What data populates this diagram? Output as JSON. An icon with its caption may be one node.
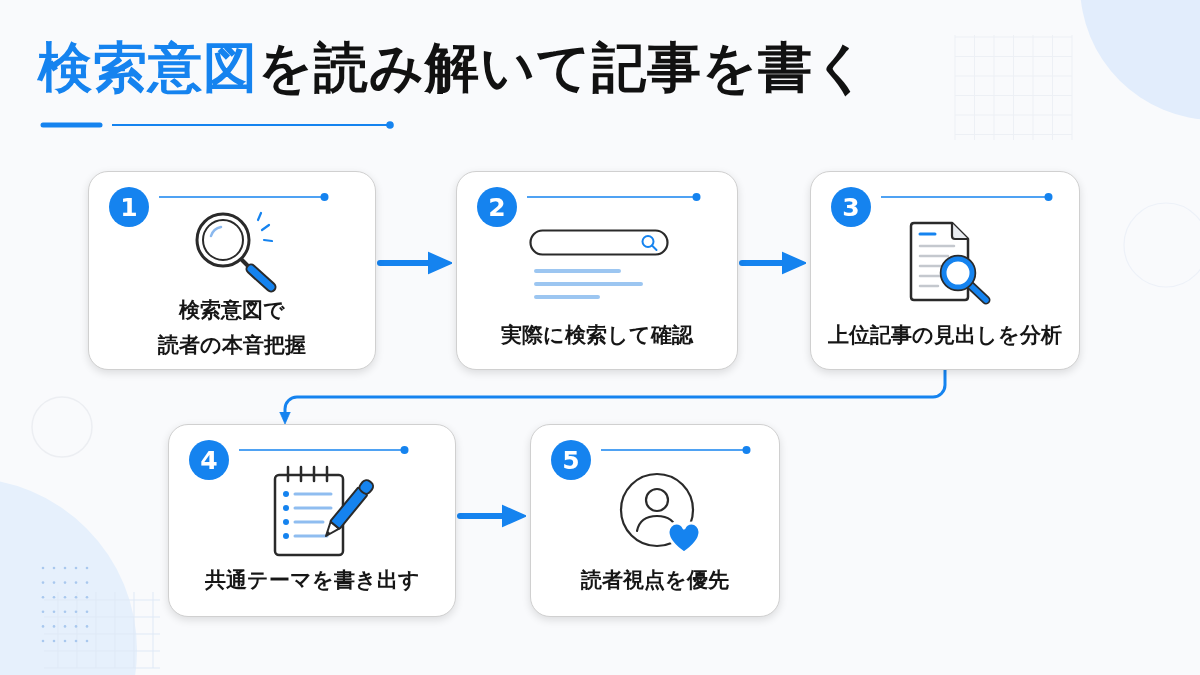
{
  "diagram": {
    "title": "**検索意図**を読み解いて記事を書く",
    "nodes": [
      {
        "text": [
          "1",
          "検索意図で読者の本音把握"
        ]
      },
      {
        "text": [
          "2",
          "実際に検索して確認"
        ]
      },
      {
        "text": [
          "3",
          "上位記事の見出しを分析"
        ]
      },
      {
        "text": [
          "4",
          "共通テーマを書き出す"
        ]
      },
      {
        "text": [
          "5",
          "読者視点を優先"
        ]
      }
    ],
    "edges": [
      {
        "from": 0,
        "to": 1,
        "arrow": "to"
      },
      {
        "from": 1,
        "to": 2,
        "arrow": "to"
      },
      {
        "from": 2,
        "to": 3,
        "arrow": "to"
      },
      {
        "from": 3,
        "to": 4,
        "arrow": "to"
      }
    ]
  }
}
